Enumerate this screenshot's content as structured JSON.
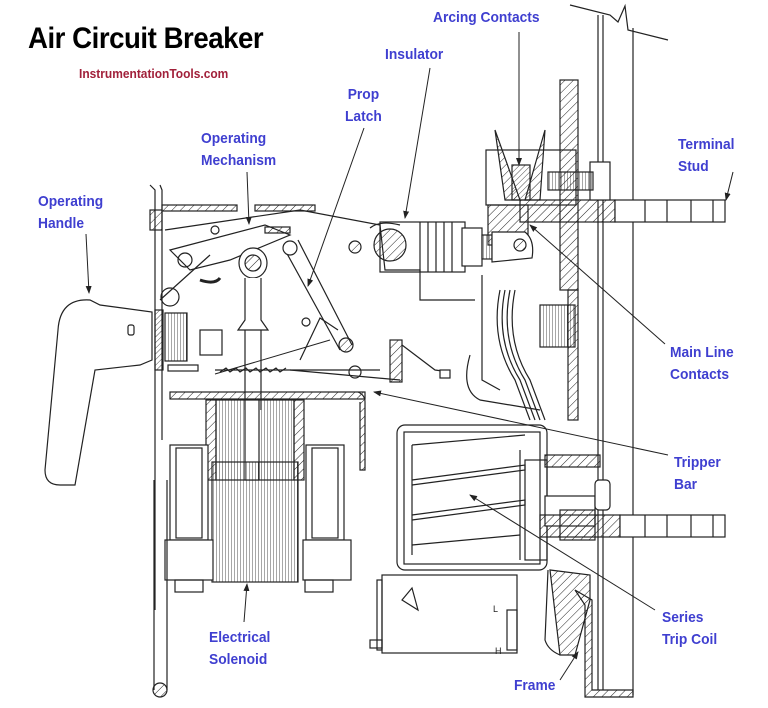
{
  "title": "Air Circuit Breaker",
  "source": "InstrumentationTools.com",
  "colors": {
    "title": "#000000",
    "source": "#a1203a",
    "label": "#3f3fd0",
    "line": "#222222"
  },
  "labels": {
    "arcing_contacts": "Arcing Contacts",
    "insulator": "Insulator",
    "prop_latch_1": "Prop",
    "prop_latch_2": "Latch",
    "operating_mechanism_1": "Operating",
    "operating_mechanism_2": "Mechanism",
    "operating_handle_1": "Operating",
    "operating_handle_2": "Handle",
    "terminal_stud_1": "Terminal",
    "terminal_stud_2": "Stud",
    "main_line_contacts_1": "Main Line",
    "main_line_contacts_2": "Contacts",
    "tripper_bar_1": "Tripper",
    "tripper_bar_2": "Bar",
    "series_trip_coil_1": "Series",
    "series_trip_coil_2": "Trip Coil",
    "electrical_solenoid_1": "Electrical",
    "electrical_solenoid_2": "Solenoid",
    "frame": "Frame",
    "coil_tap_low": "L",
    "coil_tap_high": "H"
  }
}
